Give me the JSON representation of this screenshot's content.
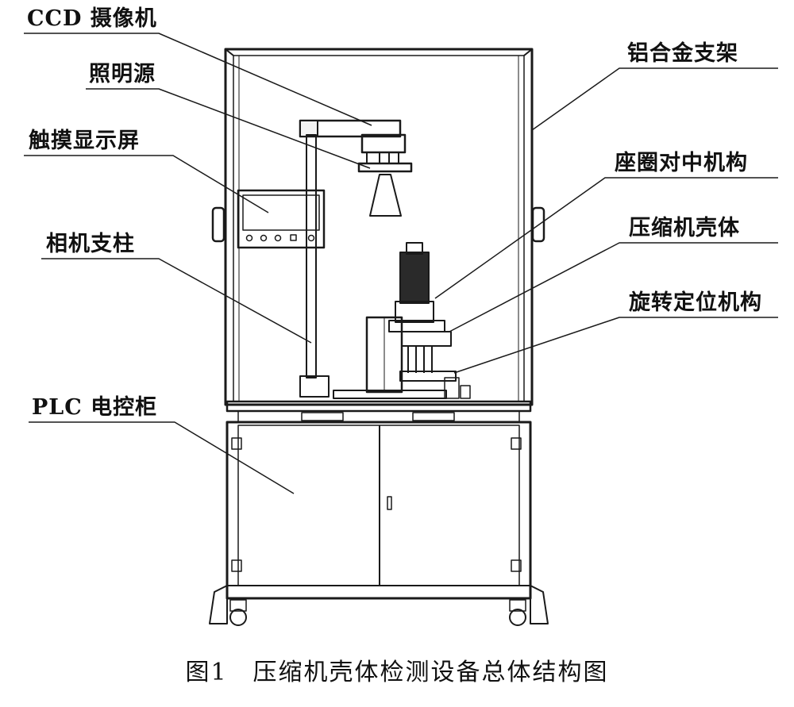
{
  "labels": {
    "ccd_camera": "CCD 摄像机",
    "light_source": "照明源",
    "touch_screen": "触摸显示屏",
    "camera_column": "相机支柱",
    "plc_cabinet": "PLC 电控柜",
    "aluminum_frame": "铝合金支架",
    "seat_centering": "座圈对中机构",
    "compressor_shell": "压缩机壳体",
    "rotation_positioning": "旋转定位机构"
  },
  "caption": "图1　压缩机壳体检测设备总体结构图",
  "colors": {
    "line": "#1a1a1a",
    "panel": "#f4f4f4",
    "dark": "#2a2a2a"
  }
}
